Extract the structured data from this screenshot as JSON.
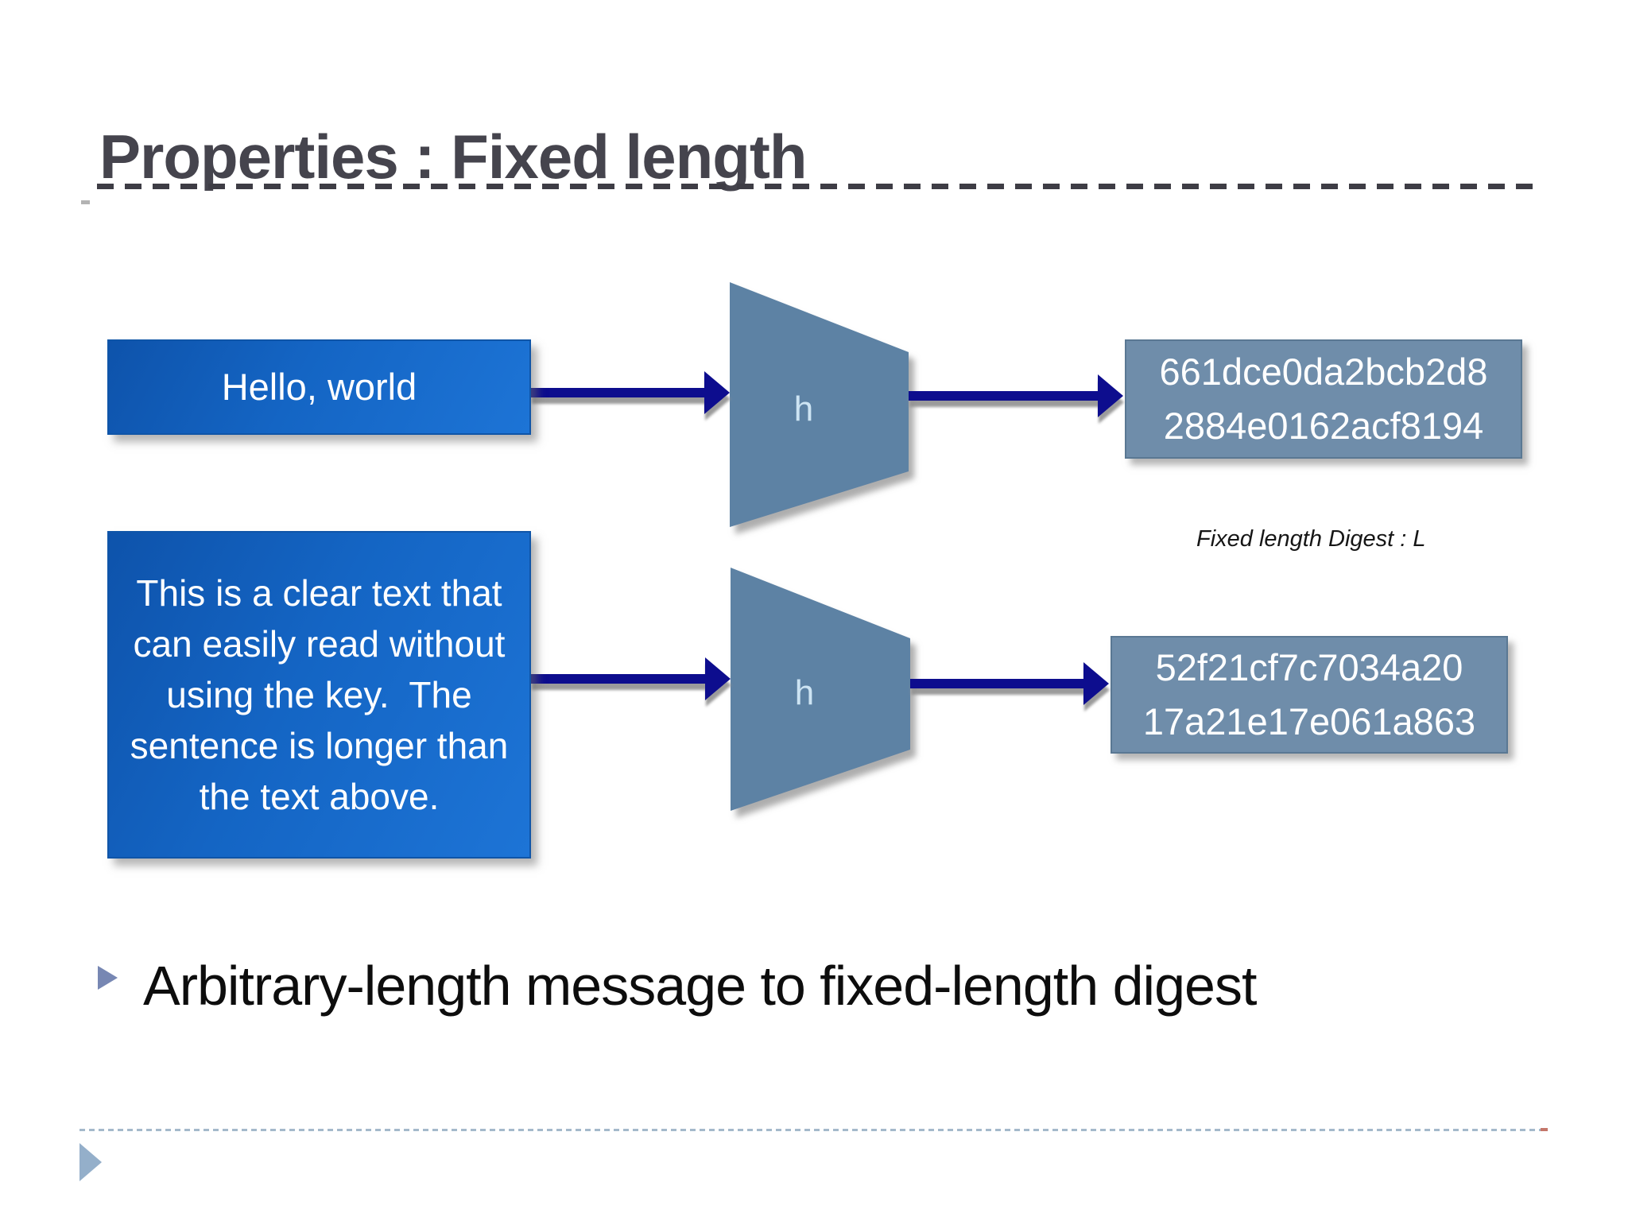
{
  "title": "Properties : Fixed length",
  "diagram": {
    "row1": {
      "message": "Hello, world",
      "hash_label": "h",
      "digest_lines": [
        "661dce0da2bcb2d8",
        "2884e0162acf8194"
      ]
    },
    "row2": {
      "message_lines": [
        "This is a clear text that",
        "can easily read without",
        "using the key.  The",
        "sentence is longer than",
        "the text above."
      ],
      "hash_label": "h",
      "digest_lines": [
        "52f21cf7c7034a20",
        "17a21e17e061a863"
      ]
    },
    "caption": "Fixed length Digest : L"
  },
  "bullet": "Arbitrary-length message to fixed-length digest",
  "colors": {
    "title_gray": "#45444d",
    "message_blue": "#1465c4",
    "funnel_steel_blue": "#5d82a4",
    "digest_gray_blue": "#6f8daa",
    "arrow_navy": "#0e0e8e",
    "hash_label_light_blue": "#cde4f3",
    "bullet_marker_blue": "#7787b3",
    "footer_blue": "#94afca"
  }
}
